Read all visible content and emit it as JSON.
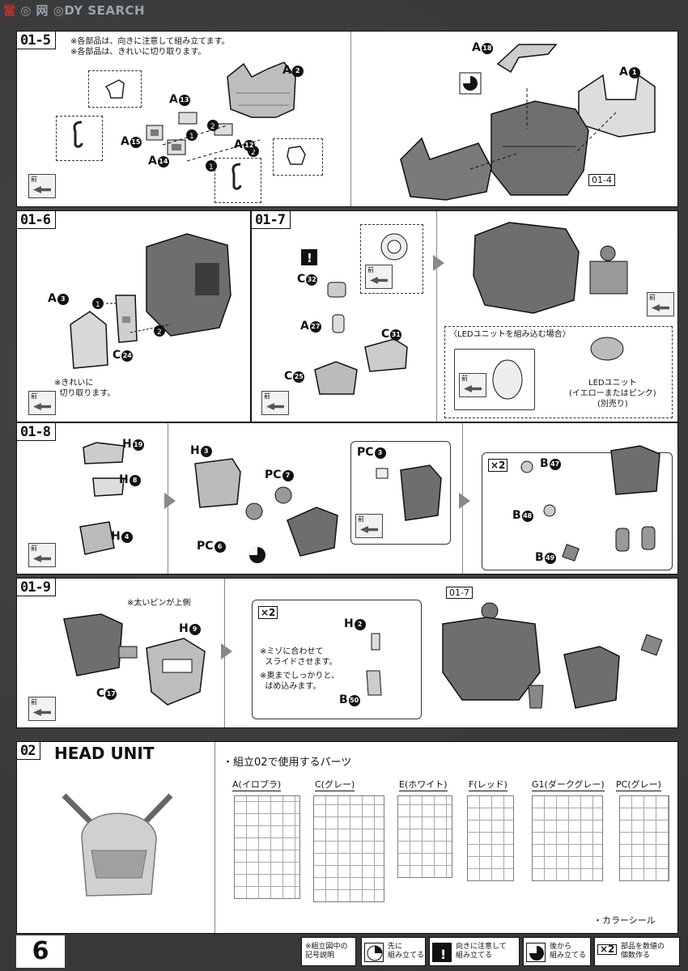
{
  "header": {
    "logo_a": "當",
    "logo_rest": "◎ 网 ◎DY SEARCH"
  },
  "steps": {
    "s1": "01-5",
    "s2": "01-6",
    "s3": "01-7",
    "s4": "01-8",
    "s5": "01-9",
    "s6": "02"
  },
  "s1": {
    "note": "※各部品は、向きに注意して組み立てます。\n※各部品は、きれいに切り取ります。",
    "labels": {
      "a2": "A",
      "a13": "A",
      "a15": "A",
      "a14": "A",
      "a12": "A",
      "a18": "A",
      "a1": "A"
    },
    "nums": {
      "a2": "2",
      "a13": "13",
      "a15": "15",
      "a14": "14",
      "a12": "12",
      "a18": "18",
      "a1": "1"
    },
    "ref": "01-4",
    "front": "前"
  },
  "s2": {
    "a3": "A",
    "a3n": "3",
    "c24": "C",
    "c24n": "24",
    "note": "※きれいに\n  切り取ります。",
    "front": "前"
  },
  "s3": {
    "c32": "C",
    "c32n": "32",
    "a27": "A",
    "a27n": "27",
    "c31": "C",
    "c31n": "31",
    "c25": "C",
    "c25n": "25",
    "front": "前",
    "led_title": "〈LEDユニットを組み込む場合〉",
    "led_note": "LEDユニット\n(イエローまたはピンク)\n(別売り)"
  },
  "s4": {
    "h19": "H",
    "h19n": "19",
    "h8": "H",
    "h8n": "8",
    "h4": "H",
    "h4n": "4",
    "h3": "H",
    "h3n": "3",
    "pc7": "PC",
    "pc7n": "7",
    "pc6": "PC",
    "pc6n": "6",
    "pc3": "PC",
    "pc3n": "3",
    "b47": "B",
    "b47n": "47",
    "b48": "B",
    "b48n": "48",
    "b49": "B",
    "b49n": "49",
    "x2": "×2",
    "front": "前"
  },
  "s5": {
    "note1": "※太いピンが上側",
    "h9": "H",
    "h9n": "9",
    "c17": "C",
    "c17n": "17",
    "h2": "H",
    "h2n": "2",
    "b50": "B",
    "b50n": "50",
    "note2": "※ミゾに合わせて\n  スライドさせます。",
    "note3": "※奥までしっかりと、\n  はめ込みます。",
    "ref": "01-7",
    "x2": "×2",
    "front": "前"
  },
  "s6": {
    "title": "HEAD UNIT",
    "parts_title": "・組立02で使用するパーツ",
    "runners": [
      "A(イロプラ)",
      "C(グレー)",
      "E(ホワイト)",
      "F(レッド)",
      "G1(ダークグレー)",
      "PC(グレー)"
    ],
    "sticker": "・カラーシール"
  },
  "footer": {
    "page": "6",
    "legend": [
      "※組立図中の\n記号説明",
      "先に\n組み立てる",
      "向きに注意して\n組み立てる",
      "後から\n組み立てる",
      "部品を数値の\n個数作る"
    ],
    "x2": "×2"
  }
}
